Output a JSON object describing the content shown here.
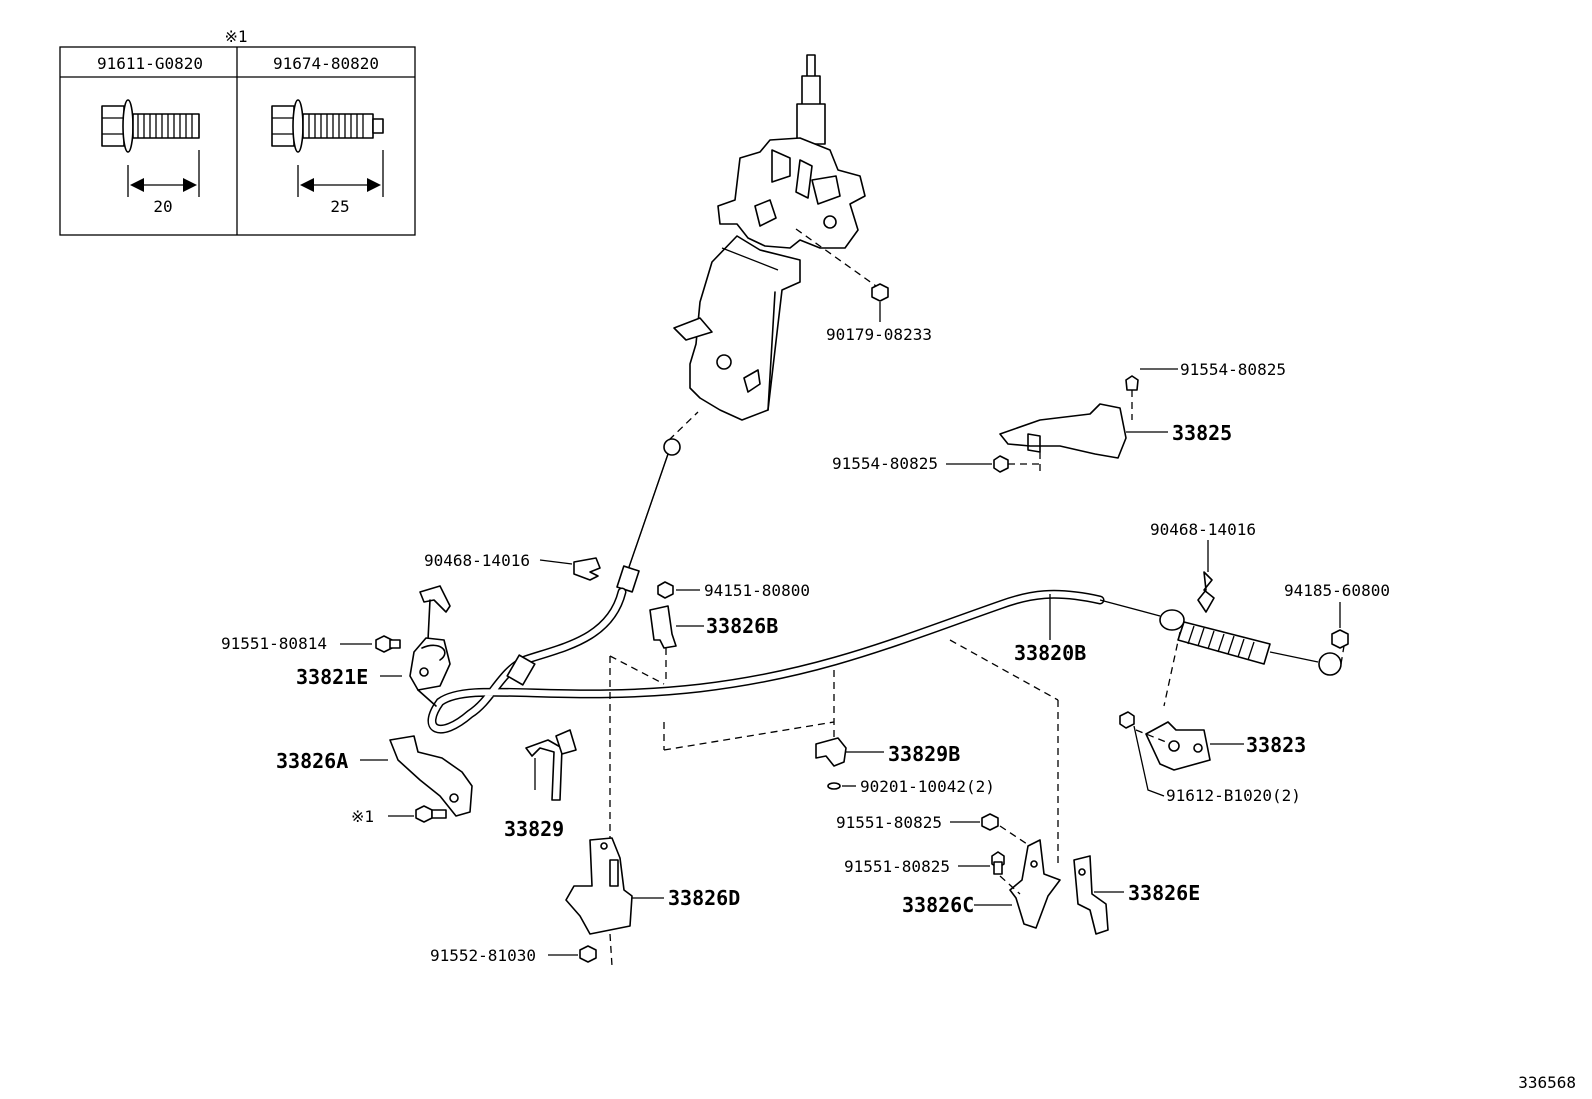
{
  "legend": {
    "ref_mark": "※1",
    "columns": [
      {
        "part_no": "91611-G0820",
        "length": "20"
      },
      {
        "part_no": "91674-80820",
        "length": "25"
      }
    ]
  },
  "callouts": {
    "p90179_08233": "90179-08233",
    "p91554_80825_top": "91554-80825",
    "p33825": "33825",
    "p91554_80825_left": "91554-80825",
    "p90468_14016_right": "90468-14016",
    "p94185_60800": "94185-60800",
    "p90468_14016_left": "90468-14016",
    "p94151_80800": "94151-80800",
    "p33826B": "33826B",
    "p91551_80814": "91551-80814",
    "p33821E": "33821E",
    "p33820B": "33820B",
    "p33826A": "33826A",
    "p33829B": "33829B",
    "p90201_10042": "90201-10042(2)",
    "p33823": "33823",
    "p91612_B1020": "91612-B1020(2)",
    "ref1_mark": "※1",
    "p33829": "33829",
    "p91551_80825_a": "91551-80825",
    "p91551_80825_b": "91551-80825",
    "p33826D": "33826D",
    "p33826C": "33826C",
    "p33826E": "33826E",
    "p91552_81030": "91552-81030"
  },
  "diagram_id": "336568"
}
